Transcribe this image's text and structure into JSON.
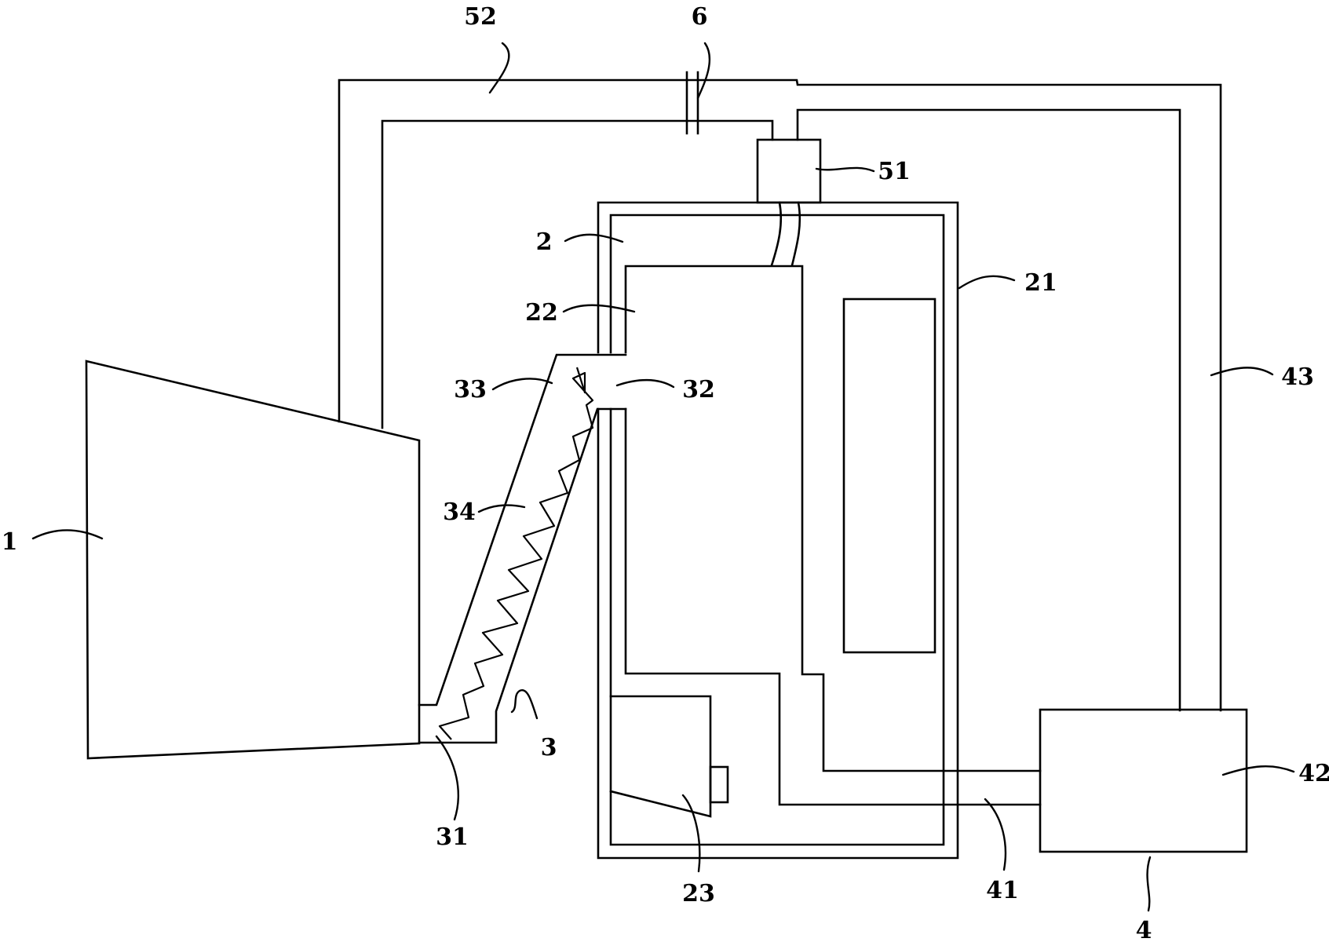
{
  "diagram": {
    "labels": {
      "l1": "1",
      "l2": "2",
      "l3": "3",
      "l4": "4",
      "l6": "6",
      "l21": "21",
      "l22": "22",
      "l23": "23",
      "l31": "31",
      "l32": "32",
      "l33": "33",
      "l34": "34",
      "l41": "41",
      "l42": "42",
      "l43": "43",
      "l51": "51",
      "l52": "52"
    },
    "colors": {
      "line": "#000000",
      "background": "#ffffff"
    }
  }
}
